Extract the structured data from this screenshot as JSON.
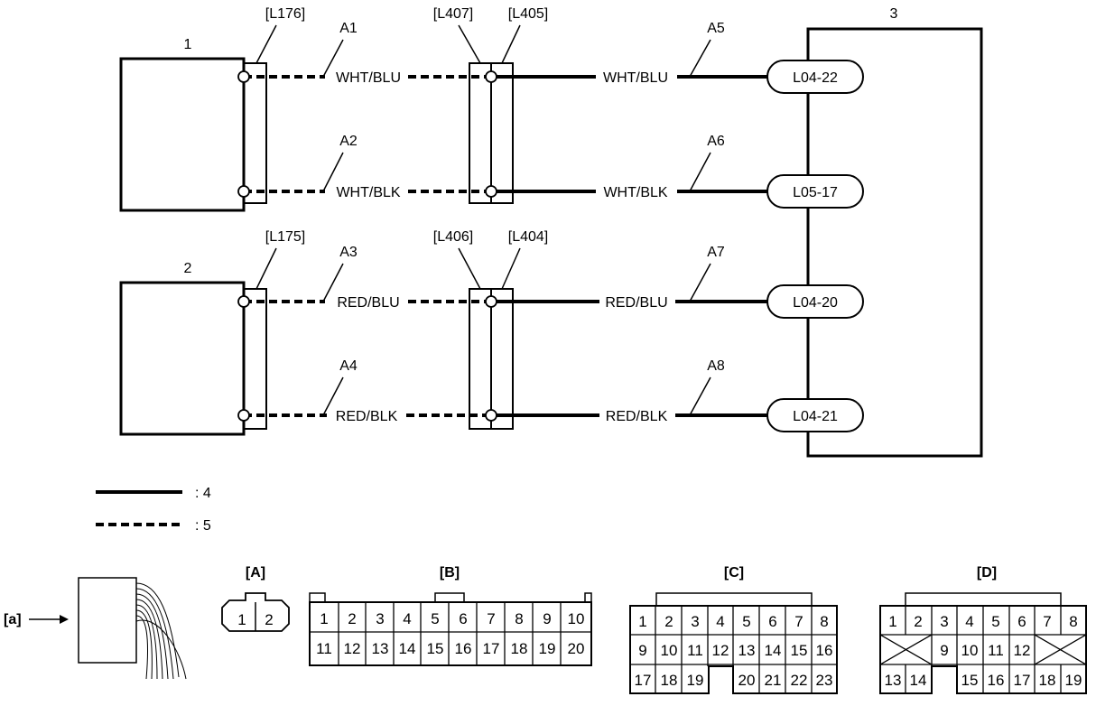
{
  "components": [
    {
      "id": "comp-1",
      "label": "1"
    },
    {
      "id": "comp-2",
      "label": "2"
    },
    {
      "id": "comp-3",
      "label": "3"
    }
  ],
  "connectors": {
    "L176": "[L176]",
    "L175": "[L175]",
    "L407": "[L407]",
    "L405": "[L405]",
    "L406": "[L406]",
    "L404": "[L404]"
  },
  "wires": [
    {
      "code": "A1",
      "color": "WHT/BLU"
    },
    {
      "code": "A2",
      "color": "WHT/BLK"
    },
    {
      "code": "A3",
      "color": "RED/BLU"
    },
    {
      "code": "A4",
      "color": "RED/BLK"
    },
    {
      "code": "A5",
      "color": "WHT/BLU"
    },
    {
      "code": "A6",
      "color": "WHT/BLK"
    },
    {
      "code": "A7",
      "color": "RED/BLU"
    },
    {
      "code": "A8",
      "color": "RED/BLK"
    }
  ],
  "terminals": [
    "L04-22",
    "L05-17",
    "L04-20",
    "L04-21"
  ],
  "legend": [
    {
      "style": "solid",
      "label": ": 4"
    },
    {
      "style": "dashed",
      "label": ": 5"
    }
  ],
  "views": {
    "a": "[a]",
    "A": "[A]",
    "B": "[B]",
    "C": "[C]",
    "D": "[D]"
  },
  "connector_A_pins": [
    "1",
    "2"
  ],
  "connector_B_pins": [
    [
      "1",
      "2",
      "3",
      "4",
      "5",
      "6",
      "7",
      "8",
      "9",
      "10"
    ],
    [
      "11",
      "12",
      "13",
      "14",
      "15",
      "16",
      "17",
      "18",
      "19",
      "20"
    ]
  ],
  "connector_C_pins": {
    "row1": [
      "1",
      "2",
      "3",
      "4",
      "5",
      "6",
      "7",
      "8"
    ],
    "row2": [
      "9",
      "10",
      "11",
      "12",
      "13",
      "14",
      "15",
      "16"
    ],
    "row3_left": [
      "17",
      "18",
      "19"
    ],
    "row3_right": [
      "20",
      "21",
      "22",
      "23"
    ]
  },
  "connector_D_pins": {
    "row1": [
      "1",
      "2",
      "3",
      "4",
      "5",
      "6",
      "7",
      "8"
    ],
    "row2": [
      "9",
      "10",
      "11",
      "12"
    ],
    "row3_left": [
      "13",
      "14"
    ],
    "row3_right": [
      "15",
      "16",
      "17",
      "18",
      "19"
    ]
  }
}
